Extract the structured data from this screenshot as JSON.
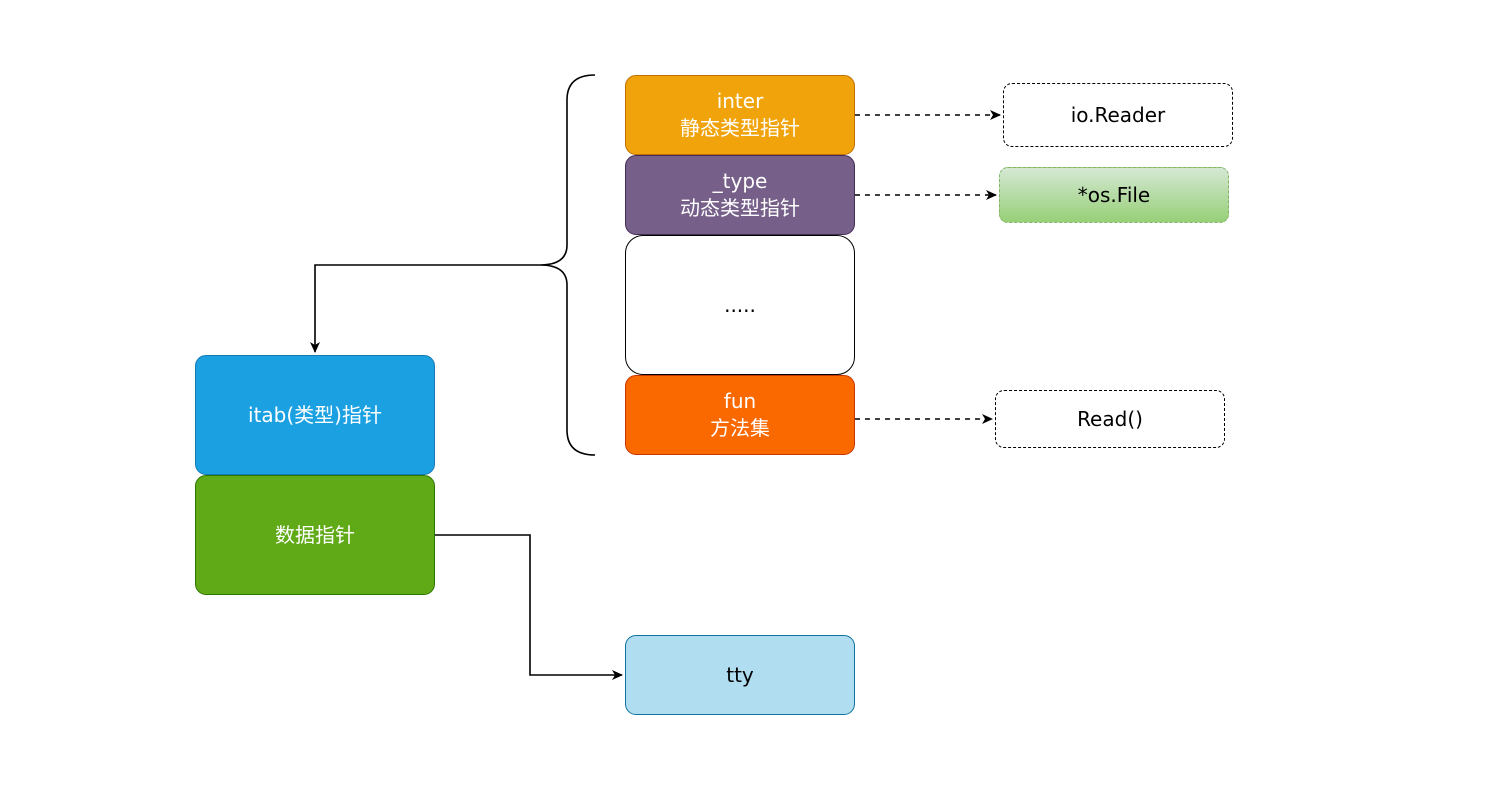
{
  "diagram": {
    "itab_box": {
      "label": "itab(类型)指针"
    },
    "data_box": {
      "label": "数据指针"
    },
    "inter_box": {
      "line1": "inter",
      "line2": "静态类型指针"
    },
    "type_box": {
      "line1": "_type",
      "line2": "动态类型指针"
    },
    "ellipsis_box": {
      "label": "....."
    },
    "fun_box": {
      "line1": "fun",
      "line2": "方法集"
    },
    "tty_box": {
      "label": "tty"
    },
    "reader_box": {
      "label": "io.Reader"
    },
    "osfile_box": {
      "label": "*os.File"
    },
    "read_box": {
      "label": "Read()"
    }
  },
  "colors": {
    "itab_fill": "#1ba1e2",
    "data_fill": "#60a917",
    "inter_fill": "#f0a30a",
    "type_fill": "#76608a",
    "fun_fill": "#fa6800",
    "tty_fill": "#b1ddf0",
    "osfile_fill": "#97d077",
    "connector": "#000000"
  }
}
